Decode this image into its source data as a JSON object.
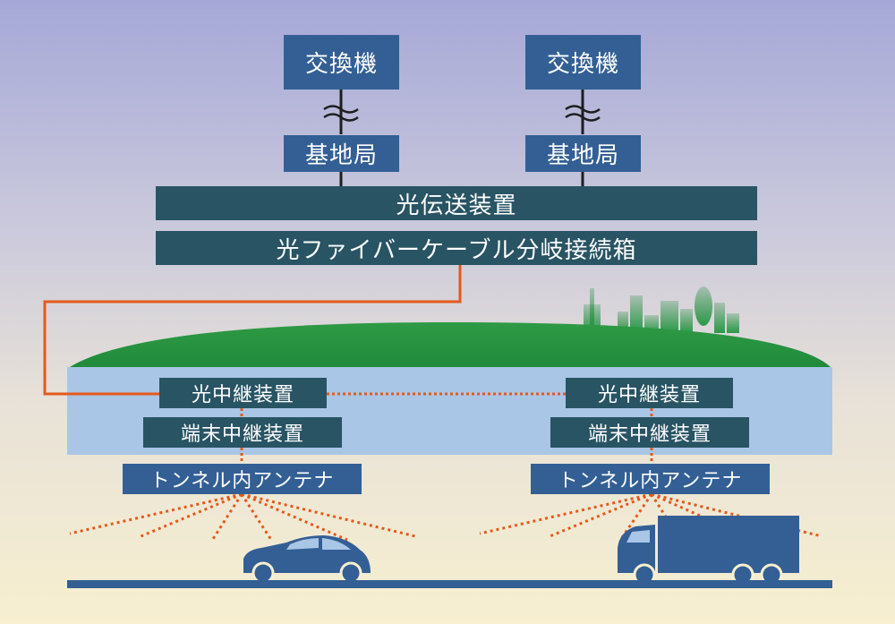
{
  "switch_label": "交換機",
  "base_station_label": "基地局",
  "optical_transmission_label": "光伝送装置",
  "fiber_junction_label": "光ファイバーケーブル分岐接続箱",
  "optical_repeater_label": "光中継装置",
  "terminal_repeater_label": "端末中継装置",
  "tunnel_antenna_label": "トンネル内アンテナ",
  "colors": {
    "box_blue": "#335f95",
    "box_teal": "#285464",
    "fiber_orange": "#e35a1c",
    "tunnel_fill": "#aac6e6",
    "hill_green": "#2f9a45",
    "road": "#335f95"
  }
}
